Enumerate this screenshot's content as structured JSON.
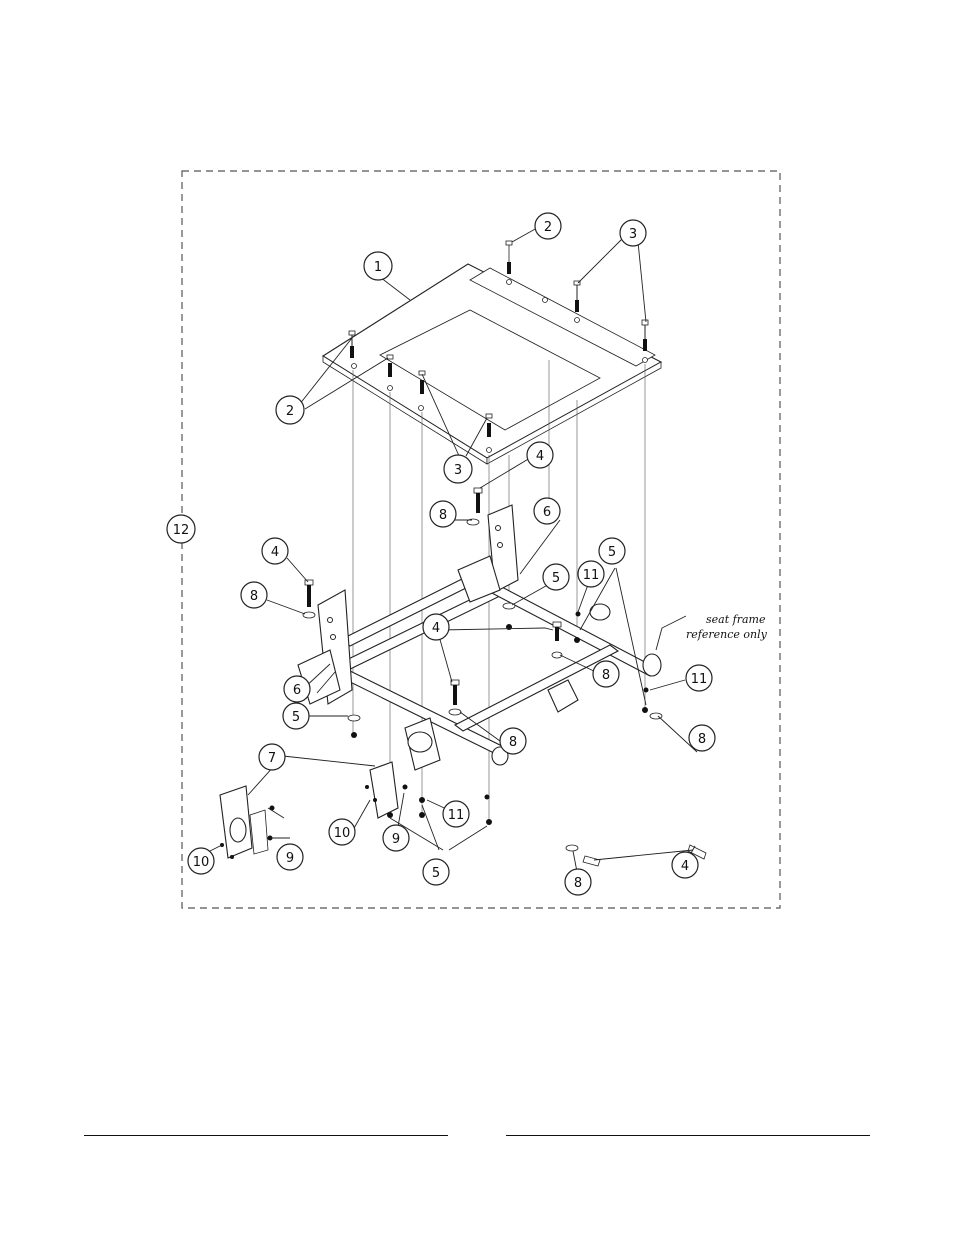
{
  "diagram": {
    "callouts": [
      "1",
      "2",
      "3",
      "4",
      "5",
      "6",
      "7",
      "8",
      "9",
      "10",
      "11",
      "12"
    ],
    "note_line1": "seat frame",
    "note_line2": "reference only"
  },
  "colors": {
    "line": "#222222",
    "background": "#ffffff"
  }
}
